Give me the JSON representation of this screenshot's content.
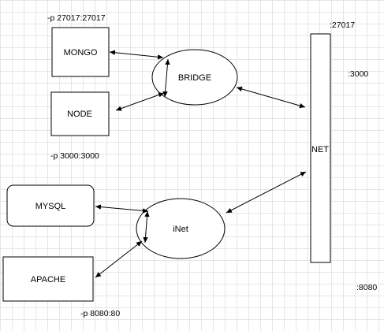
{
  "nodes": {
    "mongo": "MONGO",
    "node": "NODE",
    "bridge": "BRIDGE",
    "mysql": "MYSQL",
    "apache": "APACHE",
    "inet": "iNet",
    "net": "NET"
  },
  "port_labels": {
    "mongo_port": "-p 27017:27017",
    "node_port": "-p 3000:3000",
    "apache_port": "-p 8080:80",
    "net_27017": ":27017",
    "net_3000": ":3000",
    "net_8080": ":8080"
  }
}
